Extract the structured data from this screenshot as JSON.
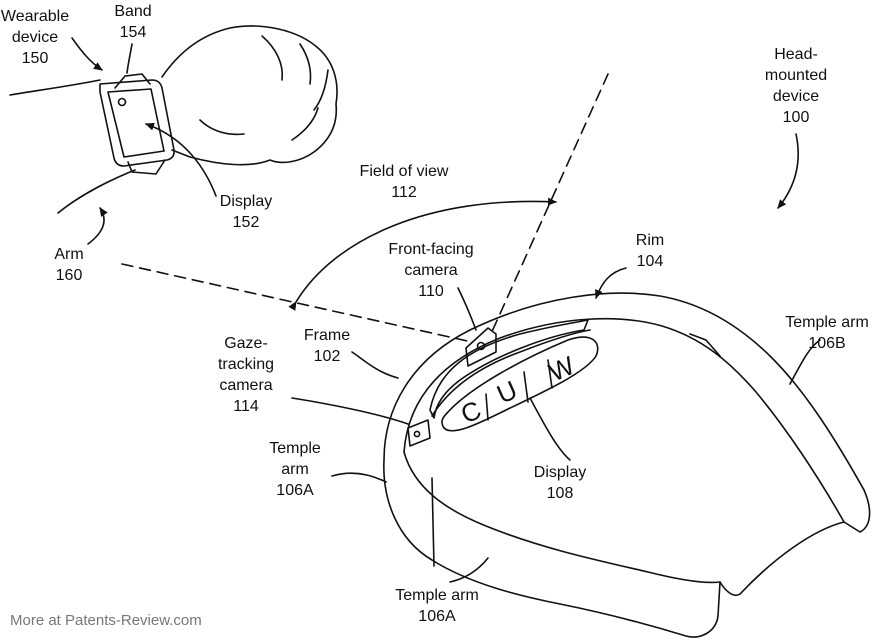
{
  "labels": {
    "wearable_device": [
      "Wearable",
      "device",
      "150"
    ],
    "band": [
      "Band",
      "154"
    ],
    "display_152": [
      "Display",
      "152"
    ],
    "arm": [
      "Arm",
      "160"
    ],
    "field_of_view": [
      "Field of view",
      "112"
    ],
    "head_mounted_device": [
      "Head-",
      "mounted",
      "device",
      "100"
    ],
    "front_facing_camera": [
      "Front-facing",
      "camera",
      "110"
    ],
    "rim": [
      "Rim",
      "104"
    ],
    "frame": [
      "Frame",
      "102"
    ],
    "gaze_tracking_camera": [
      "Gaze-",
      "tracking",
      "camera",
      "114"
    ],
    "temple_arm_106b": [
      "Temple arm",
      "106B"
    ],
    "temple_arm_106a_left": [
      "Temple",
      "arm",
      "106A"
    ],
    "display_108": [
      "Display",
      "108"
    ],
    "temple_arm_106a_bottom": [
      "Temple arm",
      "106A"
    ]
  },
  "display_glyphs": [
    "C",
    "U",
    "W"
  ],
  "watermark": "More at Patents-Review.com"
}
